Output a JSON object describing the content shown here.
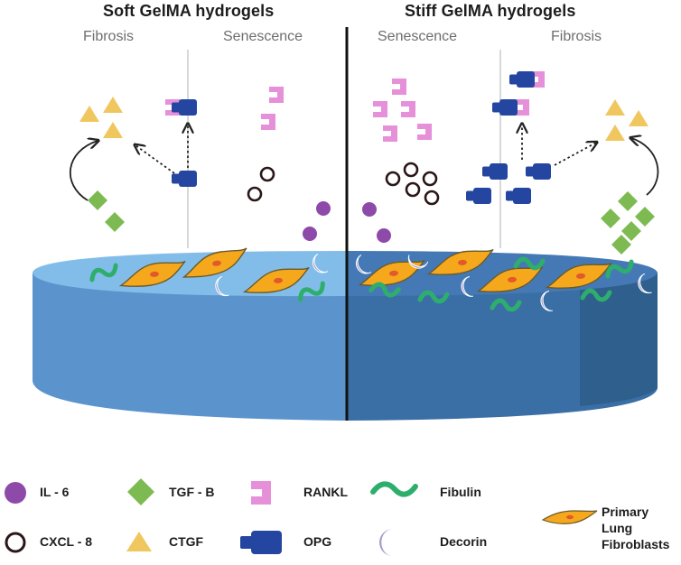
{
  "titles": {
    "soft": "Soft GelMA hydrogels",
    "stiff": "Stiff GelMA hydrogels"
  },
  "sections": {
    "soft_fibrosis": "Fibrosis",
    "soft_senescence": "Senescence",
    "stiff_senescence": "Senescence",
    "stiff_fibrosis": "Fibrosis"
  },
  "legend": {
    "il6": "IL - 6",
    "tgfb": "TGF - B",
    "rankl": "RANKL",
    "fibulin": "Fibulin",
    "cxcl8": "CXCL - 8",
    "ctgf": "CTGF",
    "opg": "OPG",
    "decorin": "Decorin",
    "fibroblasts": "Primary Lung Fibroblasts"
  },
  "colors": {
    "il6": "#8e4aa8",
    "cxcl8": "#2a1717",
    "tgfb": "#7dbb52",
    "ctgf": "#f0c75e",
    "rankl": "#e690d9",
    "opg": "#2445a0",
    "fibulin": "#2eae6d",
    "decorin": "#a59ccc",
    "fibroblast": "#f5a81c",
    "nucleus": "#e2592b",
    "soft_top": "#7db8e8",
    "soft_side": "#5b93cc",
    "stiff_top": "#3d73b0",
    "stiff_side": "#346a9c"
  }
}
